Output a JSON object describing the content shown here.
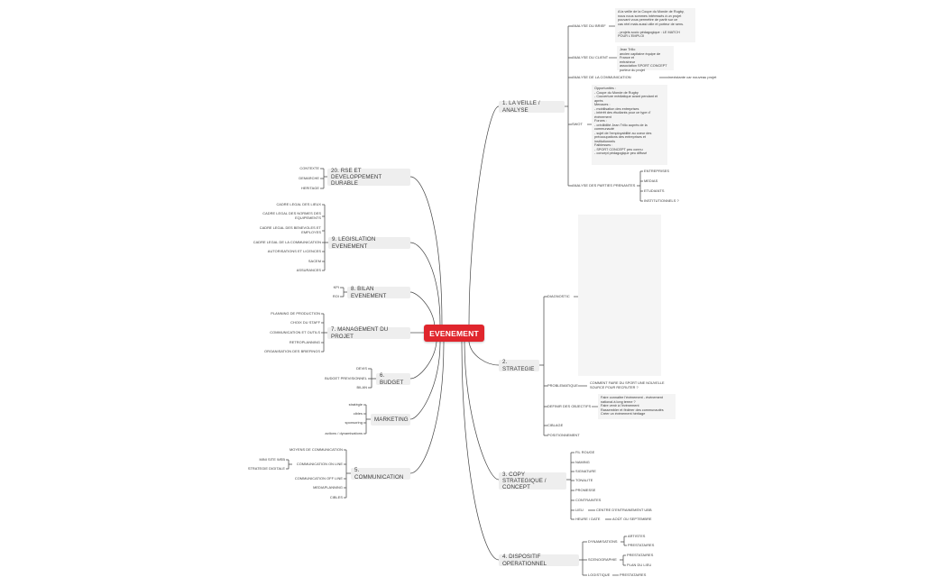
{
  "central": "EVENEMENT",
  "colors": {
    "central": "#e0262d",
    "node": "#eeeeee",
    "line": "#444444"
  },
  "right": {
    "veille": {
      "label": "1. LA VEILLE / ANALYSE",
      "brief": {
        "label": "ANALYSE DU BRIEF",
        "note": "A la veille de la Coupe du Monde de Rugby,\nnous nous sommes intéressés à un projet\npouvant vous permettre  de partir sur ce\ncas réel mais aussi utile et porteur de sens.\n\n- projets socio pédagogique : LE MATCH\nPOUR L'EMPLOI"
      },
      "client": {
        "label": "ANALYSE DU CLIENT",
        "note": "Jean Trillo\nancien capitaine équipe de France et\nentraineur\nassociation SPORT CONCEPT\nporteur du projet"
      },
      "communication": {
        "label": "ANALYSE DE LA COMMUNICATION",
        "value": "inexistante car nouveau projet"
      },
      "swot": {
        "label": "SWOT",
        "note": "Opportunités :\n- Coupe du Monde de Rugby\n- Couverture médiatique avant pendant et\naprès\nMenaces :\n- mobilisation des entreprises\n- intérêt des étudiants pour ce type d'\névènement\nForces :\n- crédibilité Jean Trillo auprès de la\ncommunauté\n- sujet de l'employabilité au coeur des\npréoccupations des entreprises et\ninstitutionnels\nFaiblesses :\n- SPORT CONCEPT peu connu\n- concept pédagogique peu diffusé"
      },
      "parties": {
        "label": "ANALYSE DES PARTIES PRENANTES",
        "items": [
          "ENTREPRISES",
          "MEDIAS",
          "ETUDIANTS",
          "INSTITUTIONNELS ?"
        ]
      }
    },
    "strategie": {
      "label": "2. STRATEGIE",
      "diagnostic": "DIAGNOSTIC",
      "problematique": {
        "label": "PROBLEMATIQUE",
        "value": "COMMENT FAIRE DU SPORT UNE NOUVELLE\nSOURCE POUR RECRUTER ?"
      },
      "objectifs": {
        "label": "DEFINIR DES OBJECTIFS",
        "note": "Faire connaitre l'évènement - évènement\nnational à long terme ?\nFaire venir à l'évènement\nRassembler et fédérer des communautés\nCréer un évènement héritage"
      },
      "ciblage": "CIBLAGE",
      "positionnement": "POSITIONNEMENT"
    },
    "copy": {
      "label": "3. COPY STRATEGIQUE / CONCEPT",
      "items": [
        "FIL ROUGE",
        "NAMING",
        "SIGNATURE",
        "TONALITE",
        "PROMESSE",
        "CONTRAINTES"
      ],
      "lieu": {
        "label": "LIEU",
        "value": "CENTRE D'ENTRAINEMENT UBB"
      },
      "heure": {
        "label": "HEURE / DATE",
        "value": "AOÛT OU SEPTEMBRE"
      }
    },
    "dispositif": {
      "label": "4. DISPOSITIF OPERATIONNEL",
      "dynamisations": {
        "label": "DYNAMISATIONS",
        "items": [
          "ARTISTES",
          "PRESTATAIRES"
        ]
      },
      "scenographie": {
        "label": "SCENOGRAPHIE",
        "items": [
          "PRESTATAIRES",
          "PLAN DU LIEU"
        ]
      },
      "logistique": {
        "label": "LOGISTIQUE",
        "value": "PRESTATAIRES"
      }
    }
  },
  "left": {
    "rse": {
      "label": "20. RSE ET DEVELOPPEMENT DURABLE",
      "items": [
        "CONTEXTE",
        "DEMARCHE",
        "HERITAGE"
      ]
    },
    "legislation": {
      "label": "9. LEGISLATION EVENEMENT",
      "items": [
        "CADRE LEGAL DES LIEUX",
        "CADRE LEGAL DES NORMES DES\nEQUIPEMENTS",
        "CADRE LEGAL DES BENEVOLES ET\nEMPLOYES",
        "CADRE LEGAL DE LA COMMUNICATION",
        "AUTORISATIONS ET LICENCES",
        "SACEM",
        "ASSURANCES"
      ]
    },
    "bilan": {
      "label": "8. BILAN EVENEMENT",
      "items": [
        "KPI",
        "ROI"
      ]
    },
    "management": {
      "label": "7. MANAGEMENT DU PROJET",
      "items": [
        "PLANNING DE PRODUCTION",
        "CHOIX DU STAFF",
        "COMMUNICATION ET OUTILS",
        "RETROPLANNING",
        "ORGANISATION DES BRIEFINGS"
      ]
    },
    "budget": {
      "label": "6. BUDGET",
      "items": [
        "DEVIS",
        "BUDGET PREVISIONNEL",
        "BILAN"
      ]
    },
    "marketing": {
      "label": "MARKETING",
      "items": [
        "stratégie",
        "cibles",
        "sponsoring",
        "actions / dynamisations"
      ]
    },
    "communication": {
      "label": "5. COMMUNICATION",
      "items": [
        "MOYENS DE COMMUNICATION",
        "COMMUNICATION ON LINE",
        "COMMUNICATION OFF LINE",
        "MEDIAPLANNING",
        "CIBLES"
      ],
      "online_items": [
        "MINI SITE WEB",
        "STRATEGIE DIGITALE"
      ]
    }
  }
}
